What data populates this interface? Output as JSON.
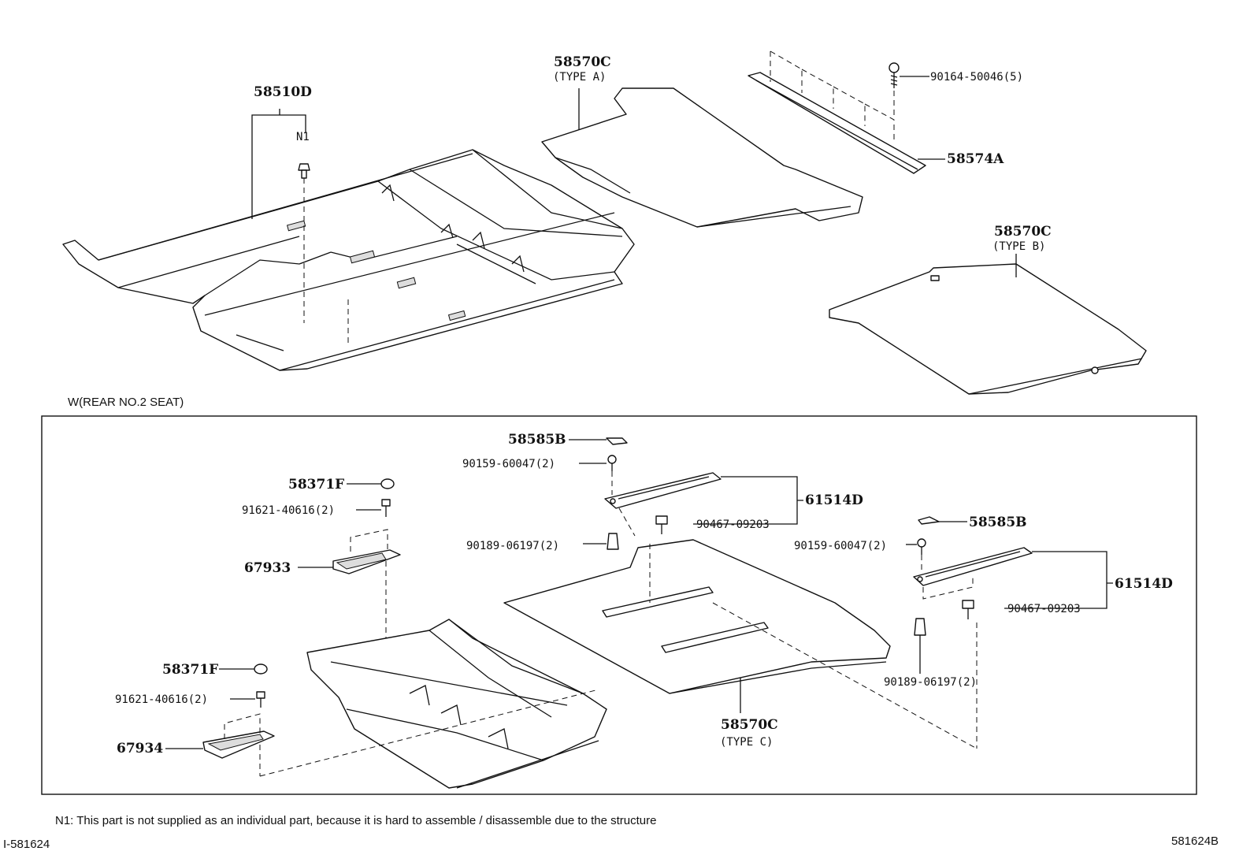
{
  "labels": {
    "p58510D": "58510D",
    "n1": "N1",
    "p58570C_a": "58570C",
    "type_a": "(TYPE A)",
    "p90164": "90164-50046(5)",
    "p58574A": "58574A",
    "p58570C_b": "58570C",
    "type_b": "(TYPE B)",
    "section_title": "W(REAR NO.2 SEAT)",
    "p58585B_1": "58585B",
    "p90159_1": "90159-60047(2)",
    "p58371F_1": "58371F",
    "p91621_1": "91621-40616(2)",
    "p61514D_1": "61514D",
    "p90467_1": "90467-09203",
    "p90189_1": "90189-06197(2)",
    "p67933": "67933",
    "p58585B_2": "58585B",
    "p90159_2": "90159-60047(2)",
    "p61514D_2": "61514D",
    "p90467_2": "90467-09203",
    "p90189_2": "90189-06197(2)",
    "p58371F_2": "58371F",
    "p91621_2": "91621-40616(2)",
    "p67934": "67934",
    "p58570C_c": "58570C",
    "type_c": "(TYPE C)"
  },
  "footer": {
    "note": "N1: This part is not supplied as an individual part, because it is hard to assemble / disassemble due to the structure",
    "ref_left": "I-581624",
    "ref_right": "581624B"
  }
}
